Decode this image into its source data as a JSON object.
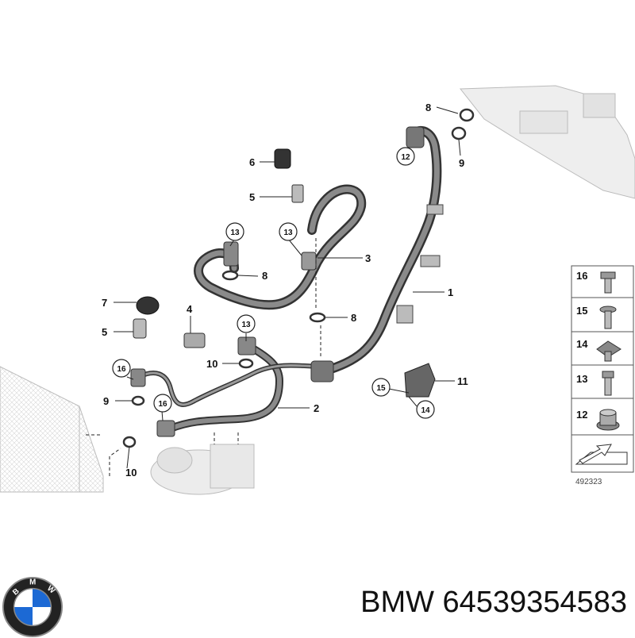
{
  "diagram": {
    "callouts": {
      "c8_top": "8",
      "c9_top": "9",
      "c12_top": "12",
      "c6": "6",
      "c5_top": "5",
      "c13_a": "13",
      "c13_b": "13",
      "c3": "3",
      "c8_mid": "8",
      "c8_low": "8",
      "c1": "1",
      "c7": "7",
      "c4": "4",
      "c5_low": "5",
      "c13_c": "13",
      "c16_a": "16",
      "c10_mid": "10",
      "c9_low": "9",
      "c16_b": "16",
      "c2": "2",
      "c10_low": "10",
      "c11": "11",
      "c15": "15",
      "c14": "14"
    },
    "legend": [
      "16",
      "15",
      "14",
      "13",
      "12"
    ],
    "reference_number": "492323"
  },
  "footer": {
    "brand": "BMW",
    "part_number": "BMW 64539354583"
  }
}
